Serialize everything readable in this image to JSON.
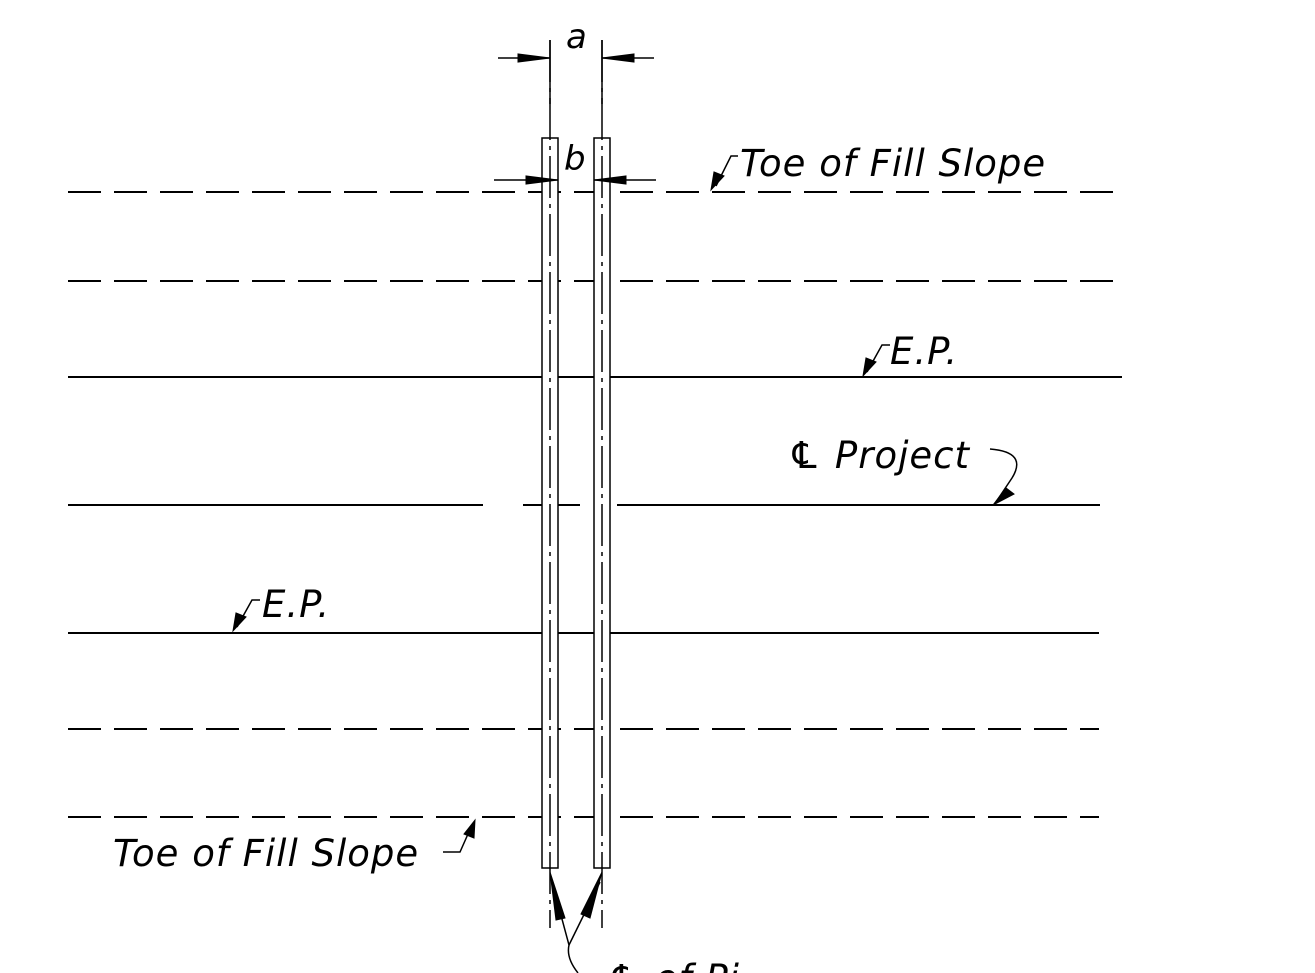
{
  "labels": {
    "dim_a": "a",
    "dim_b": "b",
    "toe_top": "Toe of Fill Slope",
    "ep_top": "E.P.",
    "cl_project": "℄ Project",
    "ep_bottom": "E.P.",
    "toe_bottom": "Toe of Fill Slope",
    "cl_pipe": "℄ of Pi"
  },
  "colors": {
    "ink": "#000000",
    "paper": "#ffffff"
  }
}
